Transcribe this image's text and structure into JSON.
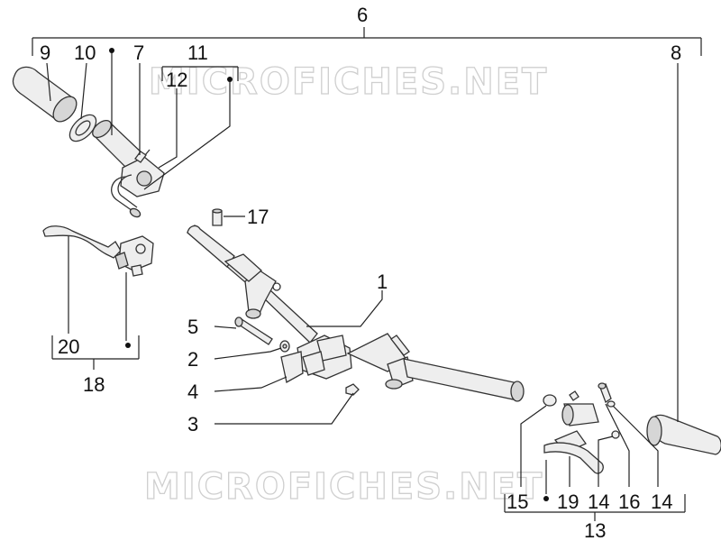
{
  "watermark": "MICROFICHES.NET",
  "callouts": [
    {
      "id": "c1",
      "text": "1"
    },
    {
      "id": "c2",
      "text": "2"
    },
    {
      "id": "c3",
      "text": "3"
    },
    {
      "id": "c4",
      "text": "4"
    },
    {
      "id": "c5",
      "text": "5"
    },
    {
      "id": "c6",
      "text": "6"
    },
    {
      "id": "c7",
      "text": "7"
    },
    {
      "id": "c8",
      "text": "8"
    },
    {
      "id": "c9",
      "text": "9"
    },
    {
      "id": "c10",
      "text": "10"
    },
    {
      "id": "c11",
      "text": "11"
    },
    {
      "id": "c12",
      "text": "12"
    },
    {
      "id": "c13",
      "text": "13"
    },
    {
      "id": "c14a",
      "text": "14"
    },
    {
      "id": "c14b",
      "text": "14"
    },
    {
      "id": "c15",
      "text": "15"
    },
    {
      "id": "c16",
      "text": "16"
    },
    {
      "id": "c17",
      "text": "17"
    },
    {
      "id": "c18",
      "text": "18"
    },
    {
      "id": "c19",
      "text": "19"
    },
    {
      "id": "c20",
      "text": "20"
    }
  ]
}
